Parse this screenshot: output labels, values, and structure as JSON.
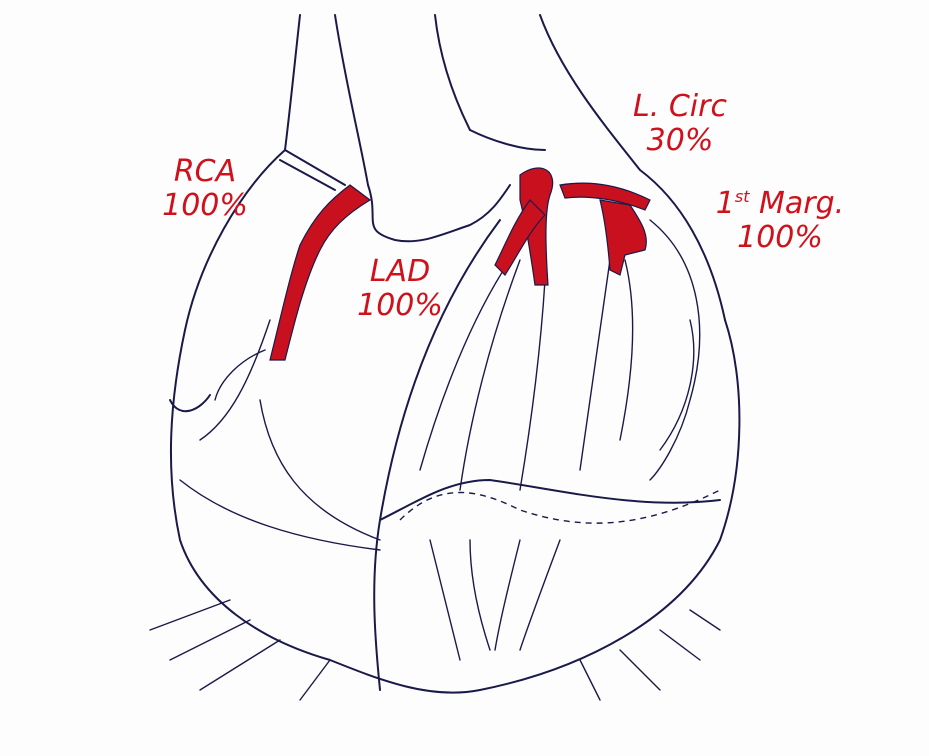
{
  "labels": {
    "rca": {
      "name": "RCA",
      "occlusion": "100%"
    },
    "lad": {
      "name": "LAD",
      "occlusion": "100%"
    },
    "lcirc": {
      "name": "L. Circ",
      "occlusion": "30%"
    },
    "marg": {
      "name_prefix": "1",
      "name_sup": "st",
      "name_suffix": " Marg.",
      "occlusion": "100%"
    }
  },
  "colors": {
    "artery": "#c8101e",
    "ink": "#1a1a4a",
    "label": "#d0101a"
  }
}
